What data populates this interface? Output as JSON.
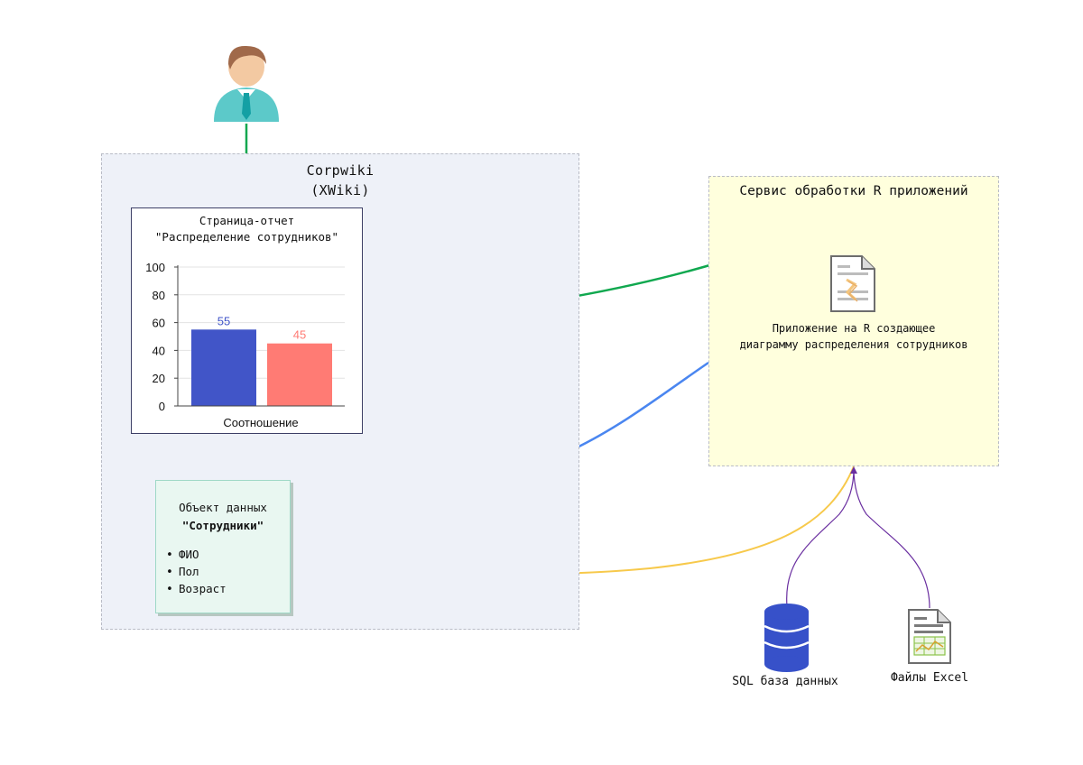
{
  "corpwiki": {
    "title": "Corpwiki\n(XWiki)",
    "report_page": {
      "title": "Страница-отчет\n\"Распределение сотрудников\""
    },
    "data_object": {
      "title_line1": "Объект данных",
      "title_line2": "\"Сотрудники\"",
      "fields": [
        "ФИО",
        "Пол",
        "Возраст"
      ]
    }
  },
  "r_service": {
    "title": "Сервис обработки R приложений",
    "app_label": "Приложение на R создающее\nдиаграмму распределения сотрудников"
  },
  "sources": {
    "sql_label": "SQL база данных",
    "excel_label": "Файлы Excel"
  },
  "icons": {
    "user": "user-icon",
    "r_app": "document-icon",
    "sql": "database-icon",
    "excel": "spreadsheet-file-icon"
  },
  "colors": {
    "user_arrow": "#10a84f",
    "r_to_report_arrow": "#4a86f0",
    "report_to_r_arrow": "#10a84f",
    "data_arrow": "#f7c94b",
    "source_lines": "#6a2fa0",
    "bar_1": "#4155c8",
    "bar_2": "#ff7b74"
  },
  "chart_data": {
    "type": "bar",
    "categories": [
      "",
      ""
    ],
    "values": [
      55,
      45
    ],
    "data_labels": [
      "55",
      "45"
    ],
    "bar_colors": [
      "#4155c8",
      "#ff7b74"
    ],
    "ylim": [
      0,
      100
    ],
    "yticks": [
      0,
      20,
      40,
      60,
      80,
      100
    ],
    "xlabel": "Соотношение",
    "ylabel": "",
    "grid": true
  }
}
